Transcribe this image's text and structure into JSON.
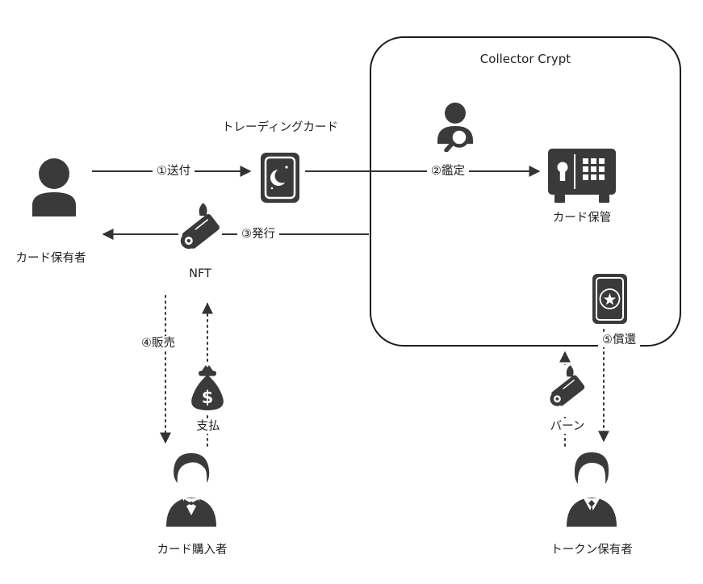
{
  "diagram": {
    "title": "Collector Crypt",
    "nodes": {
      "card_holder": "カード保有者",
      "trading_card": "トレーディングカード",
      "card_storage": "カード保管",
      "nft": "NFT",
      "payment": "支払",
      "card_buyer": "カード購入者",
      "burn": "バーン",
      "token_holder": "トークン保有者"
    },
    "edges": {
      "send": "①送付",
      "appraise": "②鑑定",
      "issue": "③発行",
      "sell": "④販売",
      "redeem": "⑤償還"
    },
    "colors": {
      "icon": "#3a3a3a",
      "line": "#333333",
      "text": "#212121",
      "background": "#ffffff"
    }
  }
}
